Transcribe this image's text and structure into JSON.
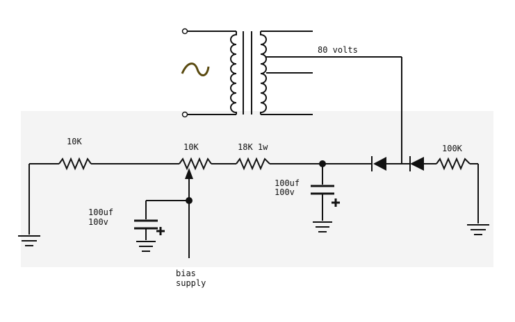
{
  "transformer": {
    "secondary_label": "80 volts",
    "source_symbol": "ac-source",
    "source_color": "#5a4a10"
  },
  "resistors": {
    "r1": "10K",
    "pot": "10K",
    "r2": "18K 1w",
    "r3": "100K"
  },
  "capacitors": {
    "c1": {
      "value": "100uf",
      "voltage": "100v"
    },
    "c2": {
      "value": "100uf",
      "voltage": "100v"
    }
  },
  "output": {
    "line1": "bias",
    "line2": "supply"
  },
  "colors": {
    "ink": "#111111",
    "background": "#ffffff"
  }
}
